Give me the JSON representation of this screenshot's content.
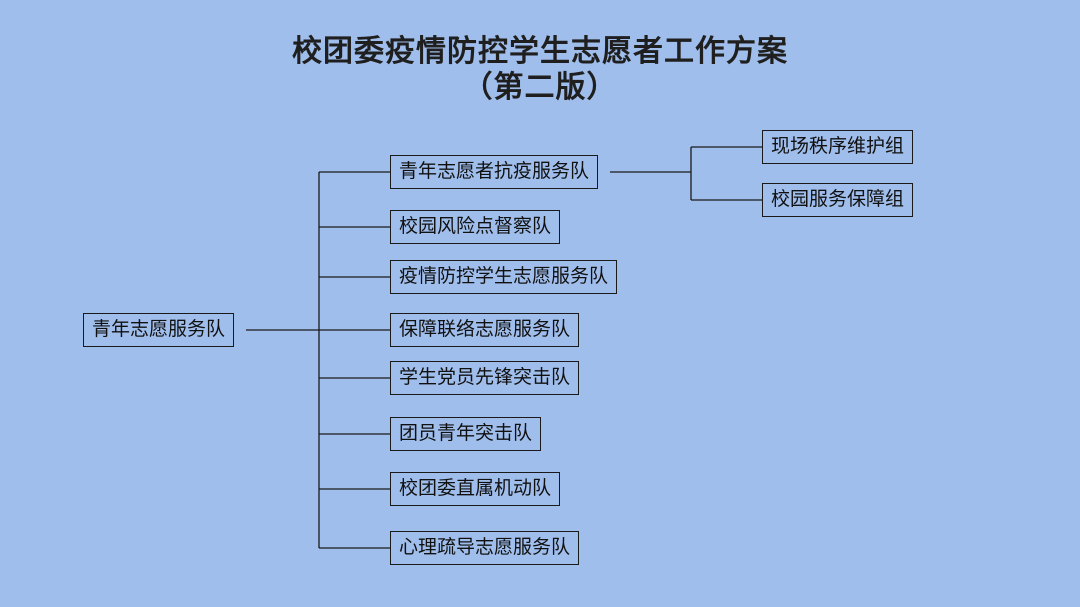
{
  "title": {
    "line1": "校团委疫情防控学生志愿者工作方案",
    "line2": "（第二版）"
  },
  "colors": {
    "background": "#a0beec",
    "border": "#1a1a1a"
  },
  "diagram": {
    "root": "青年志愿服务队",
    "teams": [
      "青年志愿者抗疫服务队",
      "校园风险点督察队",
      "疫情防控学生志愿服务队",
      "保障联络志愿服务队",
      "学生党员先锋突击队",
      "团员青年突击队",
      "校团委直属机动队",
      "心理疏导志愿服务队"
    ],
    "subgroups": [
      "现场秩序维护组",
      "校园服务保障组"
    ]
  }
}
